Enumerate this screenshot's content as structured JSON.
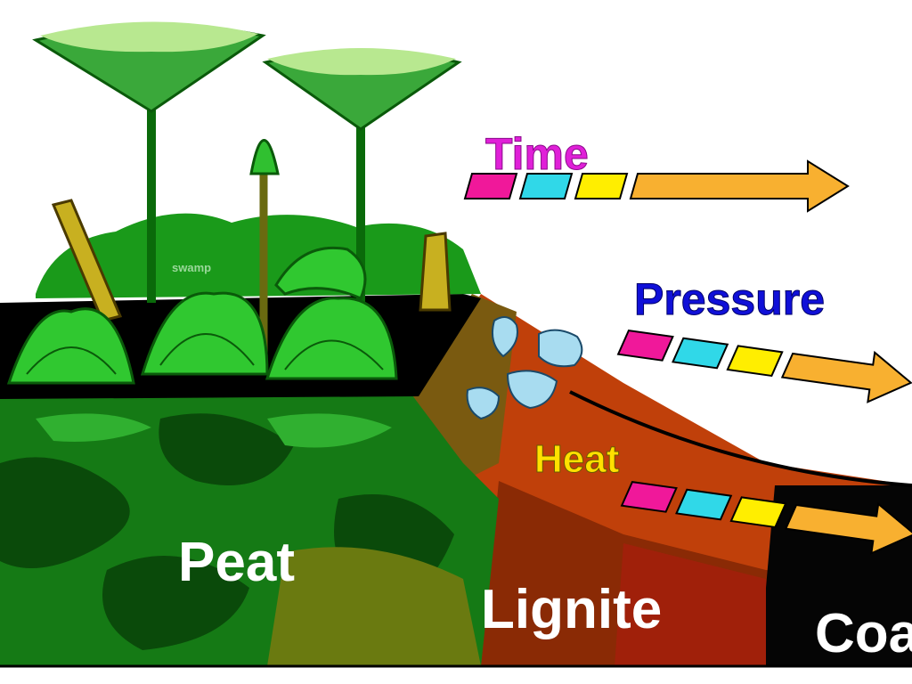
{
  "diagram": {
    "processes": [
      {
        "label": "Time",
        "color": "#e020d8"
      },
      {
        "label": "Pressure",
        "color": "#1010d8"
      },
      {
        "label": "Heat",
        "color": "#ffe000"
      }
    ],
    "swamp_label": "swamp",
    "stages": [
      {
        "label": "Peat",
        "color": "#ffffff"
      },
      {
        "label": "Lignite",
        "color": "#ffffff"
      },
      {
        "label": "Coa",
        "color": "#ffffff"
      }
    ],
    "segment_colors": [
      "#f0189a",
      "#30d8e8",
      "#ffee00",
      "#f8b030"
    ],
    "arrow_color": "#f8b030",
    "layer_colors": {
      "vegetation": "#1a9a1a",
      "peat": "#157a15",
      "lignite": "#c0400a",
      "coal": "#000000",
      "bedrock": "#7a5a10"
    },
    "icons": [
      "tree-fern-icon",
      "water-drop-icon",
      "fern-icon",
      "stump-icon"
    ]
  }
}
